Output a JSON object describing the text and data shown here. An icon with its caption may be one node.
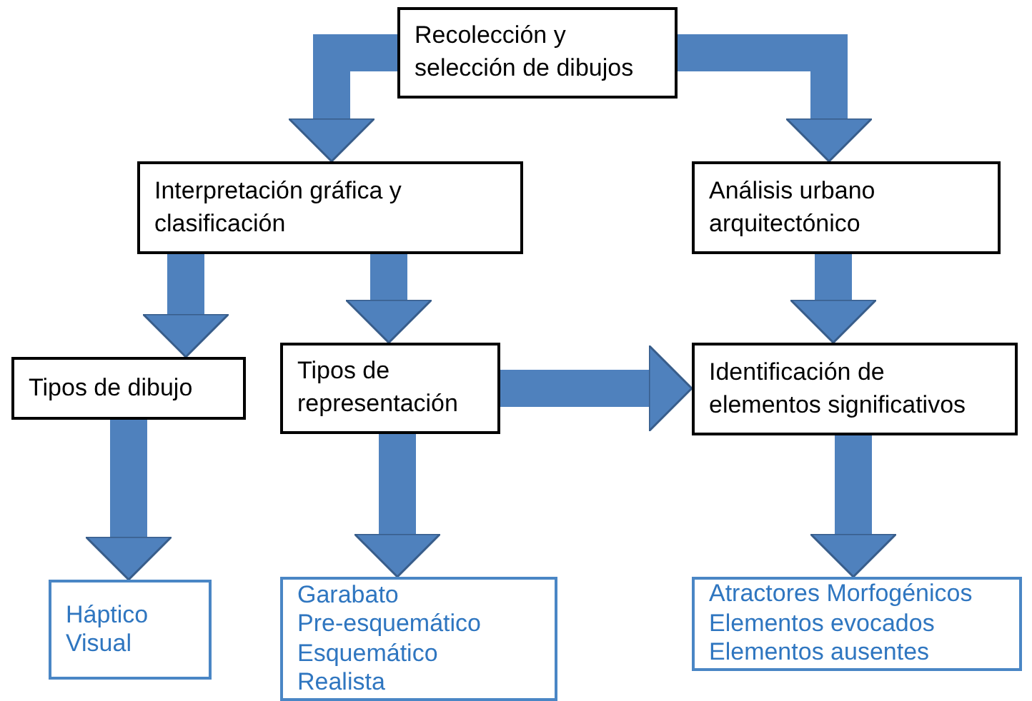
{
  "diagram": {
    "nodes": [
      {
        "text": [
          "Recolección y selección de dibujos"
        ]
      },
      {
        "text": [
          "Interpretación gráfica y clasificación"
        ]
      },
      {
        "text": [
          "Análisis urbano arquitectónico"
        ]
      },
      {
        "text": [
          "Tipos de dibujo"
        ]
      },
      {
        "text": [
          "Tipos de representación"
        ]
      },
      {
        "text": [
          "Identificación de elementos significativos"
        ]
      },
      {
        "text": [
          "Háptico",
          "Visual"
        ]
      },
      {
        "text": [
          "Garabato",
          "Pre-esquemático",
          "Esquemático",
          "Realista"
        ]
      },
      {
        "text": [
          "Atractores Morfogénicos",
          "Elementos evocados",
          "Elementos ausentes"
        ]
      }
    ],
    "edges": [
      {
        "from": 0,
        "to": 1,
        "arrow": "to"
      },
      {
        "from": 0,
        "to": 2,
        "arrow": "to"
      },
      {
        "from": 1,
        "to": 3,
        "arrow": "to"
      },
      {
        "from": 1,
        "to": 4,
        "arrow": "to"
      },
      {
        "from": 2,
        "to": 5,
        "arrow": "to"
      },
      {
        "from": 3,
        "to": 6,
        "arrow": "to"
      },
      {
        "from": 4,
        "to": 7,
        "arrow": "to"
      },
      {
        "from": 4,
        "to": 5,
        "arrow": "to"
      },
      {
        "from": 5,
        "to": 8,
        "arrow": "to"
      }
    ]
  }
}
